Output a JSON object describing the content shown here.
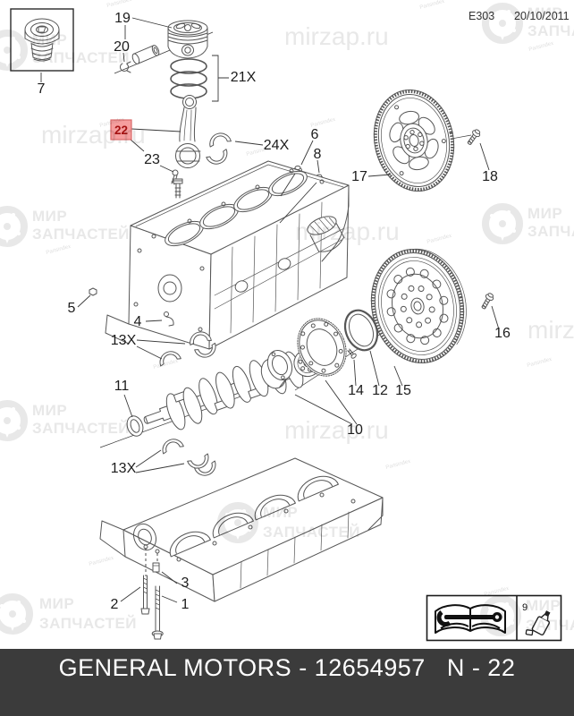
{
  "header": {
    "diagram_code": "E303",
    "date": "20/10/2011"
  },
  "callouts": {
    "c1": "1",
    "c2": "2",
    "c3": "3",
    "c4": "4",
    "c5": "5",
    "c6": "6",
    "c7": "7",
    "c8": "8",
    "c9": "9",
    "c10": "10",
    "c11": "11",
    "c12": "12",
    "c13x": "13X",
    "c14": "14",
    "c15": "15",
    "c16": "16",
    "c17": "17",
    "c18": "18",
    "c19": "19",
    "c20": "20",
    "c21x": "21X",
    "c22": "22",
    "c23": "23",
    "c24x": "24X"
  },
  "highlight": {
    "callout": "22",
    "fill": "#f59e9e",
    "border": "#d96a6a",
    "text_color": "#a51212"
  },
  "watermark": {
    "brand_top": "МИР",
    "brand_bottom": "ЗАПЧАСТЕЙ",
    "site": "mirzap.ru",
    "micro": "Partsindex",
    "color": "#e8e8e8"
  },
  "legend": {
    "sealant_number": "9"
  },
  "footer": {
    "label": "GENERAL MOTORS - 12654957   N - 22",
    "background": "#3b3b3b",
    "text_color": "#ffffff"
  },
  "colors": {
    "line": "#565656",
    "callout_text": "#1c1c1c"
  }
}
